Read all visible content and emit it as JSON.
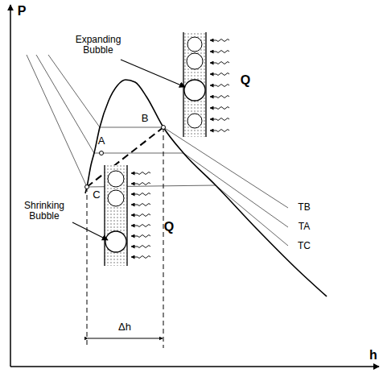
{
  "diagram": {
    "labels": [
      "P",
      "h",
      "Expanding Bubble",
      "Q",
      "A",
      "B",
      "C",
      "TB",
      "TA",
      "TC",
      "Shrinking Bubble",
      "Q",
      "Δh"
    ]
  }
}
